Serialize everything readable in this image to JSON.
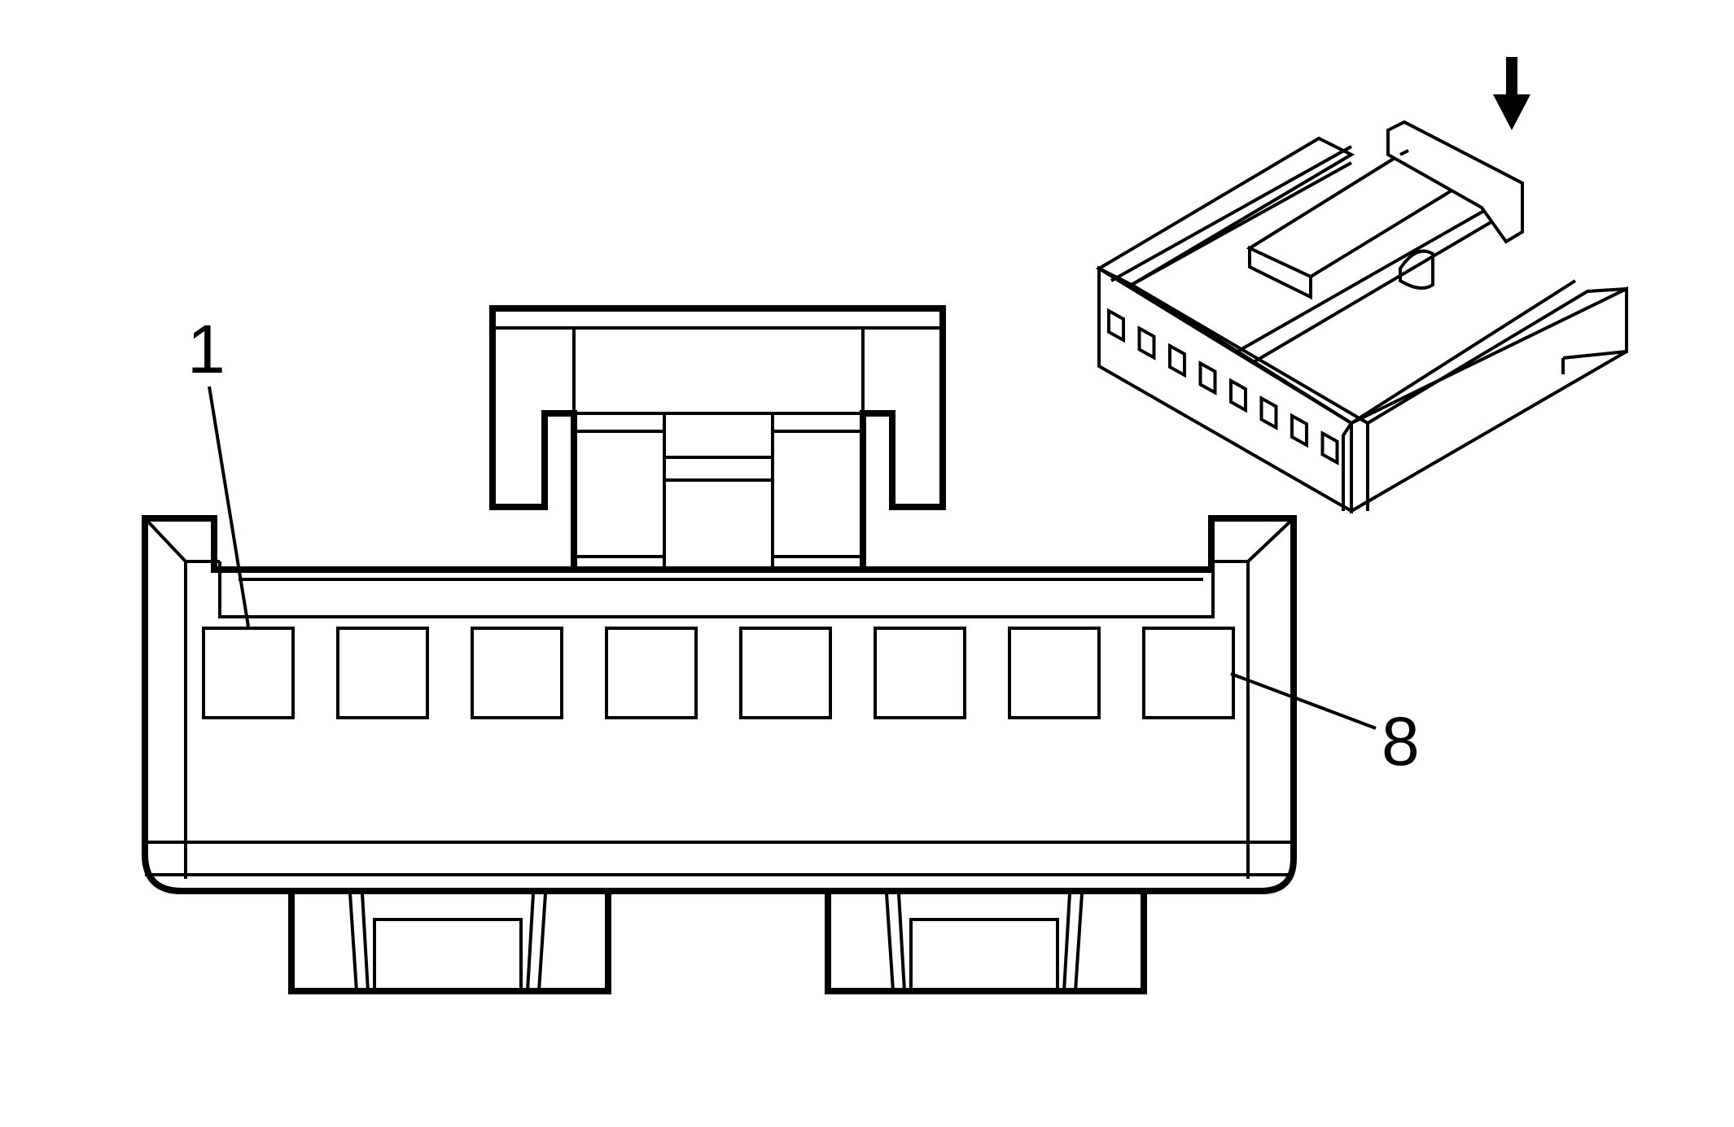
{
  "diagram": {
    "pin_first_label": "1",
    "pin_last_label": "8",
    "cavity_count": 8,
    "view_arrow_icon": "down-arrow-icon"
  }
}
